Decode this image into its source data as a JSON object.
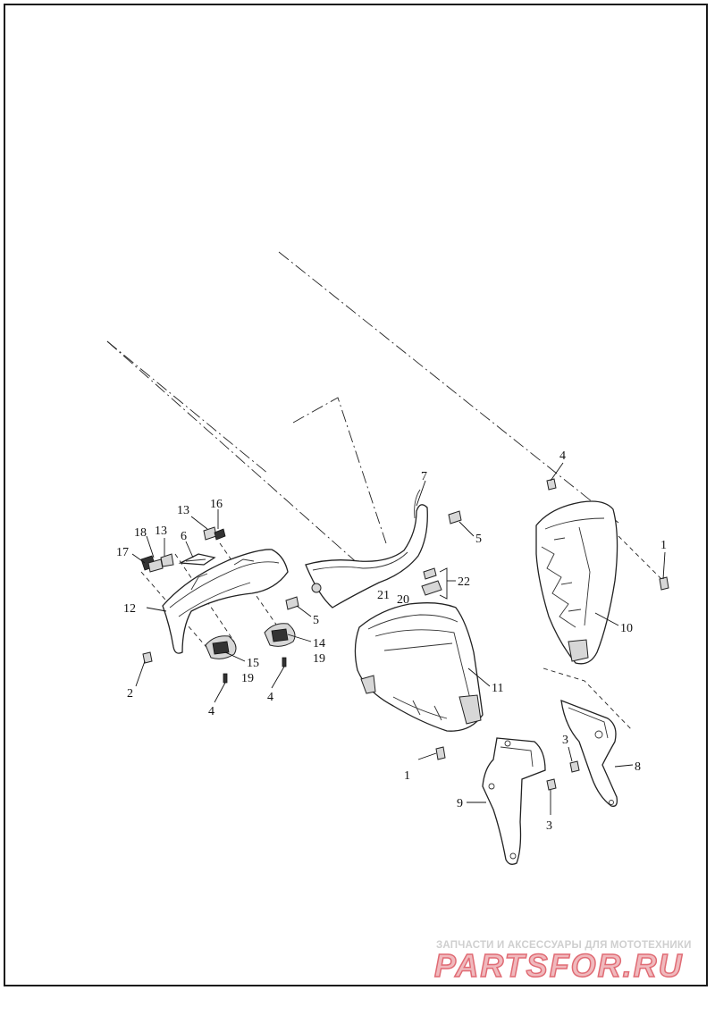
{
  "diagram": {
    "callouts": [
      {
        "id": "c1a",
        "label": "1"
      },
      {
        "id": "c1b",
        "label": "1"
      },
      {
        "id": "c2",
        "label": "2"
      },
      {
        "id": "c3a",
        "label": "3"
      },
      {
        "id": "c3b",
        "label": "3"
      },
      {
        "id": "c4a",
        "label": "4"
      },
      {
        "id": "c4b",
        "label": "4"
      },
      {
        "id": "c4c",
        "label": "4"
      },
      {
        "id": "c5a",
        "label": "5"
      },
      {
        "id": "c5b",
        "label": "5"
      },
      {
        "id": "c6",
        "label": "6"
      },
      {
        "id": "c7",
        "label": "7"
      },
      {
        "id": "c8",
        "label": "8"
      },
      {
        "id": "c9",
        "label": "9"
      },
      {
        "id": "c10",
        "label": "10"
      },
      {
        "id": "c11",
        "label": "11"
      },
      {
        "id": "c12",
        "label": "12"
      },
      {
        "id": "c13a",
        "label": "13"
      },
      {
        "id": "c13b",
        "label": "13"
      },
      {
        "id": "c14",
        "label": "14"
      },
      {
        "id": "c15",
        "label": "15"
      },
      {
        "id": "c16",
        "label": "16"
      },
      {
        "id": "c17",
        "label": "17"
      },
      {
        "id": "c18",
        "label": "18"
      },
      {
        "id": "c19a",
        "label": "19"
      },
      {
        "id": "c19b",
        "label": "19"
      },
      {
        "id": "c20",
        "label": "20"
      },
      {
        "id": "c21",
        "label": "21"
      },
      {
        "id": "c22",
        "label": "22"
      }
    ]
  },
  "watermark": {
    "tagline": "ЗАПЧАСТИ И АКСЕССУАРЫ ДЛЯ МОТОТЕХНИКИ",
    "logo": "PARTSFOR.RU",
    "fill_color": "#f0b9bd",
    "stroke_color": "#e06b74"
  }
}
